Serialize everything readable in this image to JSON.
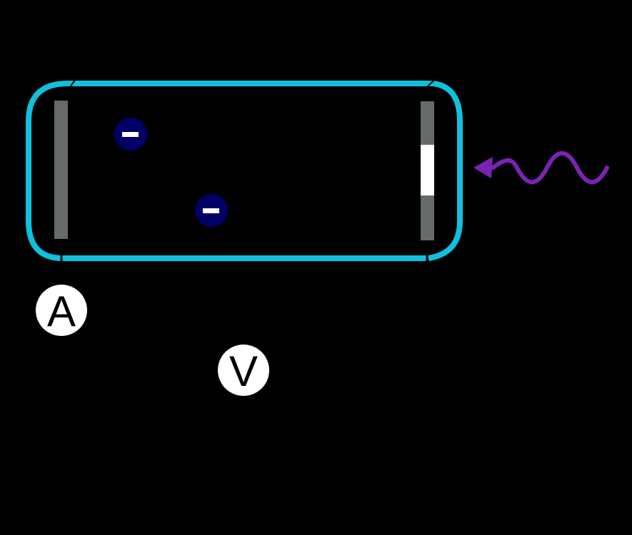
{
  "diagram": {
    "colors": {
      "background": "#000000",
      "tube": "#0fc1dc",
      "electrode": "#676a6a",
      "electrode_window": "#ffffff",
      "electron": "#000066",
      "electron_sign": "#ffffff",
      "photon": "#7a22b6",
      "meter_face": "#ffffff",
      "meter_text": "#000000"
    },
    "ammeter": {
      "label": "A"
    },
    "voltmeter": {
      "label": "V"
    },
    "electrons": [
      {
        "charge": "negative"
      },
      {
        "charge": "negative"
      }
    ],
    "incident_light": {
      "icon": "wavy-arrow-icon"
    }
  }
}
